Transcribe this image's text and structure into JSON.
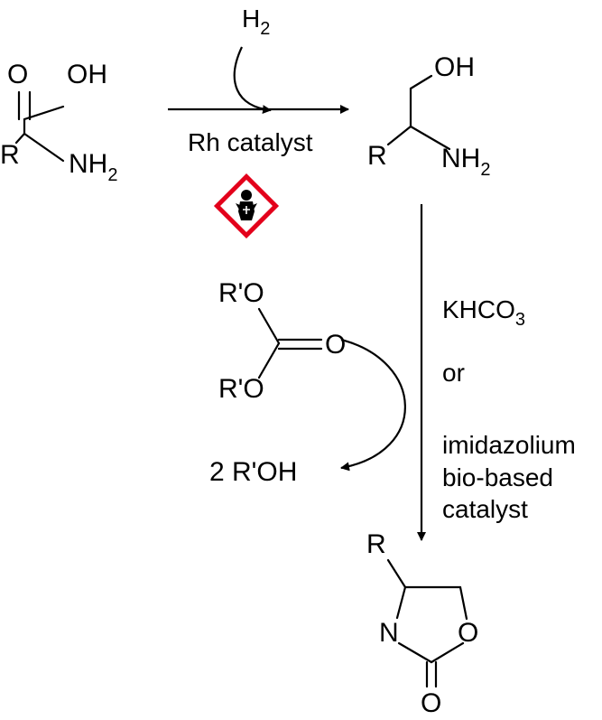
{
  "reactant": {
    "oh": "OH",
    "o": "O",
    "r": "R",
    "nh": "NH",
    "nh_sub": "2"
  },
  "hydrogen": {
    "h": "H",
    "sub": "2"
  },
  "step1": {
    "catalyst": "Rh catalyst",
    "hazard_icon": "health-hazard-pictogram"
  },
  "amino_alcohol": {
    "oh": "OH",
    "r": "R",
    "nh": "NH",
    "nh_sub": "2"
  },
  "carbonate": {
    "top": "R'O",
    "bottom": "R'O",
    "o": "O"
  },
  "byproduct": "2 R'OH",
  "step2": {
    "base": "KHCO",
    "base_sub": "3",
    "or": "or",
    "alt_line1": "imidazolium",
    "alt_line2": "bio-based",
    "alt_line3": "catalyst"
  },
  "product": {
    "r": "R",
    "n": "N",
    "o_ring": "O",
    "o_carbonyl": "O"
  },
  "colors": {
    "hazard_border": "#e3001b",
    "ink": "#000000"
  }
}
